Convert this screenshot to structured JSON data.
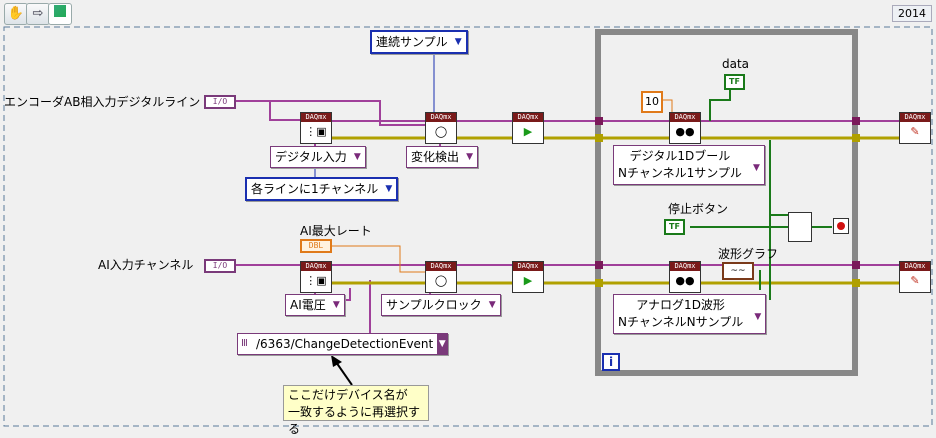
{
  "version": "2014",
  "toolbar": {
    "hand_icon": "hand-icon",
    "arrow_icon": "arrow-icon",
    "highlight_icon": "highlight-icon"
  },
  "labels": {
    "encoder_channel": "エンコーダAB相入力デジタルライン",
    "ai_channel": "AI入力チャンネル",
    "ai_max_rate": "AI最大レート",
    "data": "data",
    "stop_button": "停止ボタン",
    "waveform_graph": "波形グラフ",
    "const_10": "10",
    "callout_line1": "ここだけデバイス名が",
    "callout_line2": "一致するように再選択する",
    "loop_iter": "i"
  },
  "terminals": {
    "io": "I/O",
    "dbl": "DBL",
    "tf": "TF"
  },
  "rings": {
    "continuous_samples": "連続サンプル",
    "digital_input": "デジタル入力",
    "change_detection": "変化検出",
    "one_channel_per_line": "各ラインに1チャンネル",
    "digital_read_line1": "デジタル1Dブール",
    "digital_read_line2": "Nチャンネル1サンプル",
    "ai_voltage": "AI電圧",
    "sample_clock": "サンプルクロック",
    "change_detection_event": "/6363/ChangeDetectionEvent",
    "analog_read_line1": "アナログ1D波形",
    "analog_read_line2": "NチャンネルNサンプル"
  },
  "vi_header": "DAQmx",
  "colors": {
    "loop_border": "#808080",
    "wire_pink": "#a0409a",
    "wire_yellow": "#b0a000",
    "wire_green": "#1a7a1a",
    "wire_orange": "#e07a1a",
    "wire_blue": "#1a2fb0",
    "diagram_border_dash": "#5a7a9a"
  }
}
